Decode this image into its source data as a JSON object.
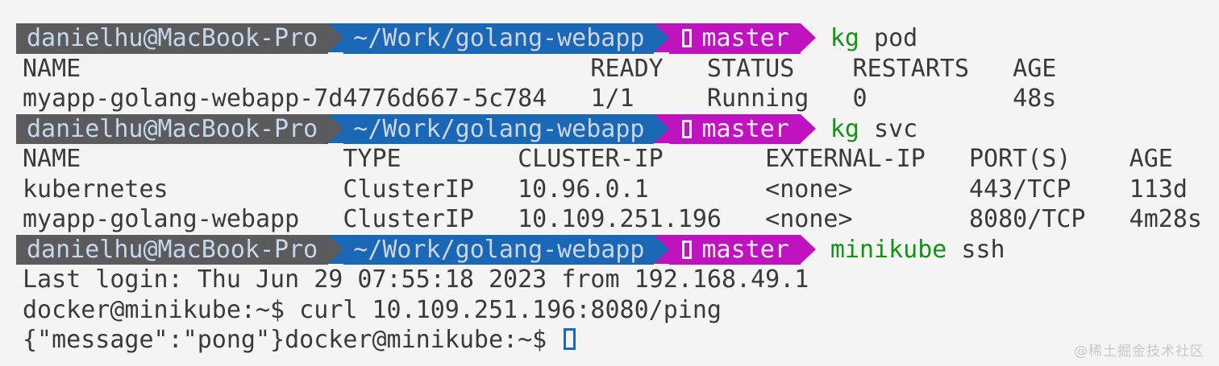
{
  "terminal": {
    "colors": {
      "background": "#f4f4f5",
      "segment_user_bg": "#5b5b5d",
      "segment_user_text": "#c6d8ec",
      "segment_dir_bg": "#1a67b5",
      "segment_dir_text": "#ccd5e0",
      "segment_git_bg": "#c013c0",
      "segment_git_text": "#f6eef6",
      "command_program_green": "#129312",
      "body_text": "#3a3a3a",
      "cursor_blue": "#1669c9"
    },
    "prompts": [
      {
        "user_host": "danielhu@MacBook-Pro",
        "cwd": "~/Work/golang-webapp",
        "branch": "master",
        "program": "kg",
        "args": " pod"
      },
      {
        "user_host": "danielhu@MacBook-Pro",
        "cwd": "~/Work/golang-webapp",
        "branch": "master",
        "program": "kg",
        "args": " svc"
      },
      {
        "user_host": "danielhu@MacBook-Pro",
        "cwd": "~/Work/golang-webapp",
        "branch": "master",
        "program": "minikube",
        "args": " ssh"
      }
    ],
    "pod_table": {
      "header": "NAME                                   READY   STATUS    RESTARTS   AGE",
      "rows": [
        "myapp-golang-webapp-7d4776d667-5c784   1/1     Running   0          48s"
      ]
    },
    "svc_table": {
      "header": "NAME                  TYPE        CLUSTER-IP       EXTERNAL-IP   PORT(S)    AGE",
      "rows": [
        "kubernetes            ClusterIP   10.96.0.1        <none>        443/TCP    113d",
        "myapp-golang-webapp   ClusterIP   10.109.251.196   <none>        8080/TCP   4m28s"
      ]
    },
    "session_lines": [
      "Last login: Thu Jun 29 07:55:18 2023 from 192.168.49.1",
      "docker@minikube:~$ curl 10.109.251.196:8080/ping"
    ],
    "last_line_prefix": "{\"message\":\"pong\"}docker@minikube:~$ "
  },
  "watermark": "@稀土掘金技术社区"
}
